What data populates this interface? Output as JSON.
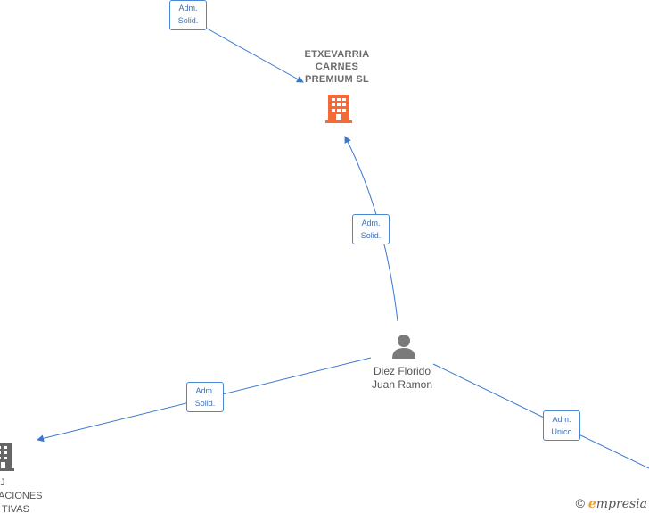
{
  "nodes": {
    "company_main": {
      "lines": [
        "ETXEVARRIA",
        "CARNES",
        "PREMIUM  SL"
      ],
      "icon": "building-icon",
      "color": "#f26b38"
    },
    "person": {
      "lines": [
        "Diez Florido",
        "Juan Ramon"
      ],
      "icon": "person-icon",
      "color": "#7a7a7a"
    },
    "company_left": {
      "lines": [
        "J",
        "ACIONES",
        "TIVAS"
      ],
      "icon": "building-icon",
      "color": "#666666"
    }
  },
  "edges": [
    {
      "id": "top",
      "label": [
        "Adm.",
        "Solid."
      ]
    },
    {
      "id": "mid",
      "label": [
        "Adm.",
        "Solid."
      ]
    },
    {
      "id": "left",
      "label": [
        "Adm.",
        "Solid."
      ]
    },
    {
      "id": "right",
      "label": [
        "Adm.",
        "Unico"
      ]
    }
  ],
  "brand": {
    "copyright": "©",
    "e": "e",
    "rest": "mpresia"
  },
  "colors": {
    "edge": "#3a78d0"
  }
}
